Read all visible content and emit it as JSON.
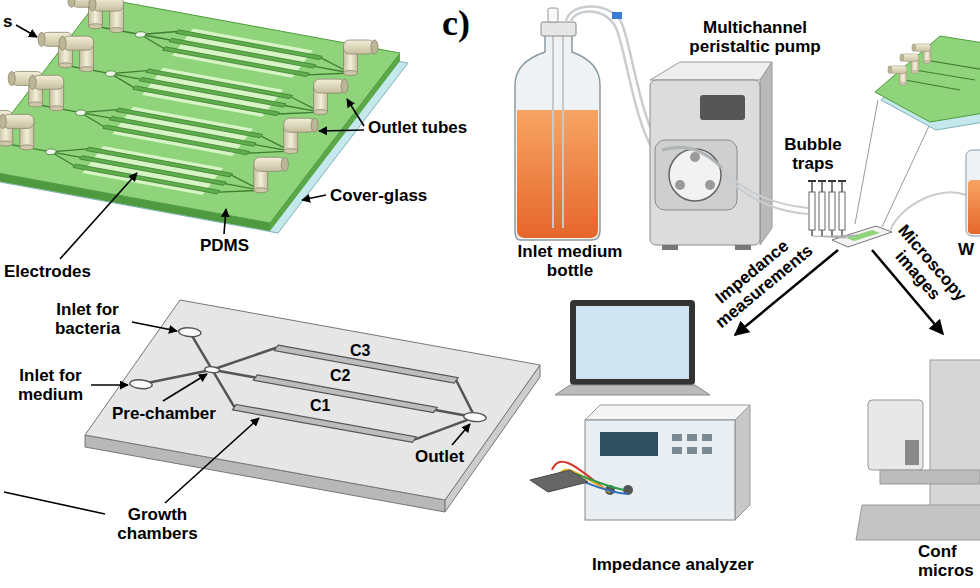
{
  "diagram": {
    "labels": [
      "s",
      "c)",
      "Multichannel peristaltic pump",
      "Outlet tubes",
      "Bubble traps",
      "Cover-glass",
      "PDMS",
      "Inlet medium bottle",
      "W",
      "Electrodes",
      "Impedance measurements",
      "Microscopy images",
      "Inlet for bacteria",
      "C3",
      "Inlet for medium",
      "C2",
      "Pre-chamber",
      "C1",
      "Outlet",
      "Growth chambers",
      "Impedance analyzer",
      "Conf micros"
    ]
  }
}
